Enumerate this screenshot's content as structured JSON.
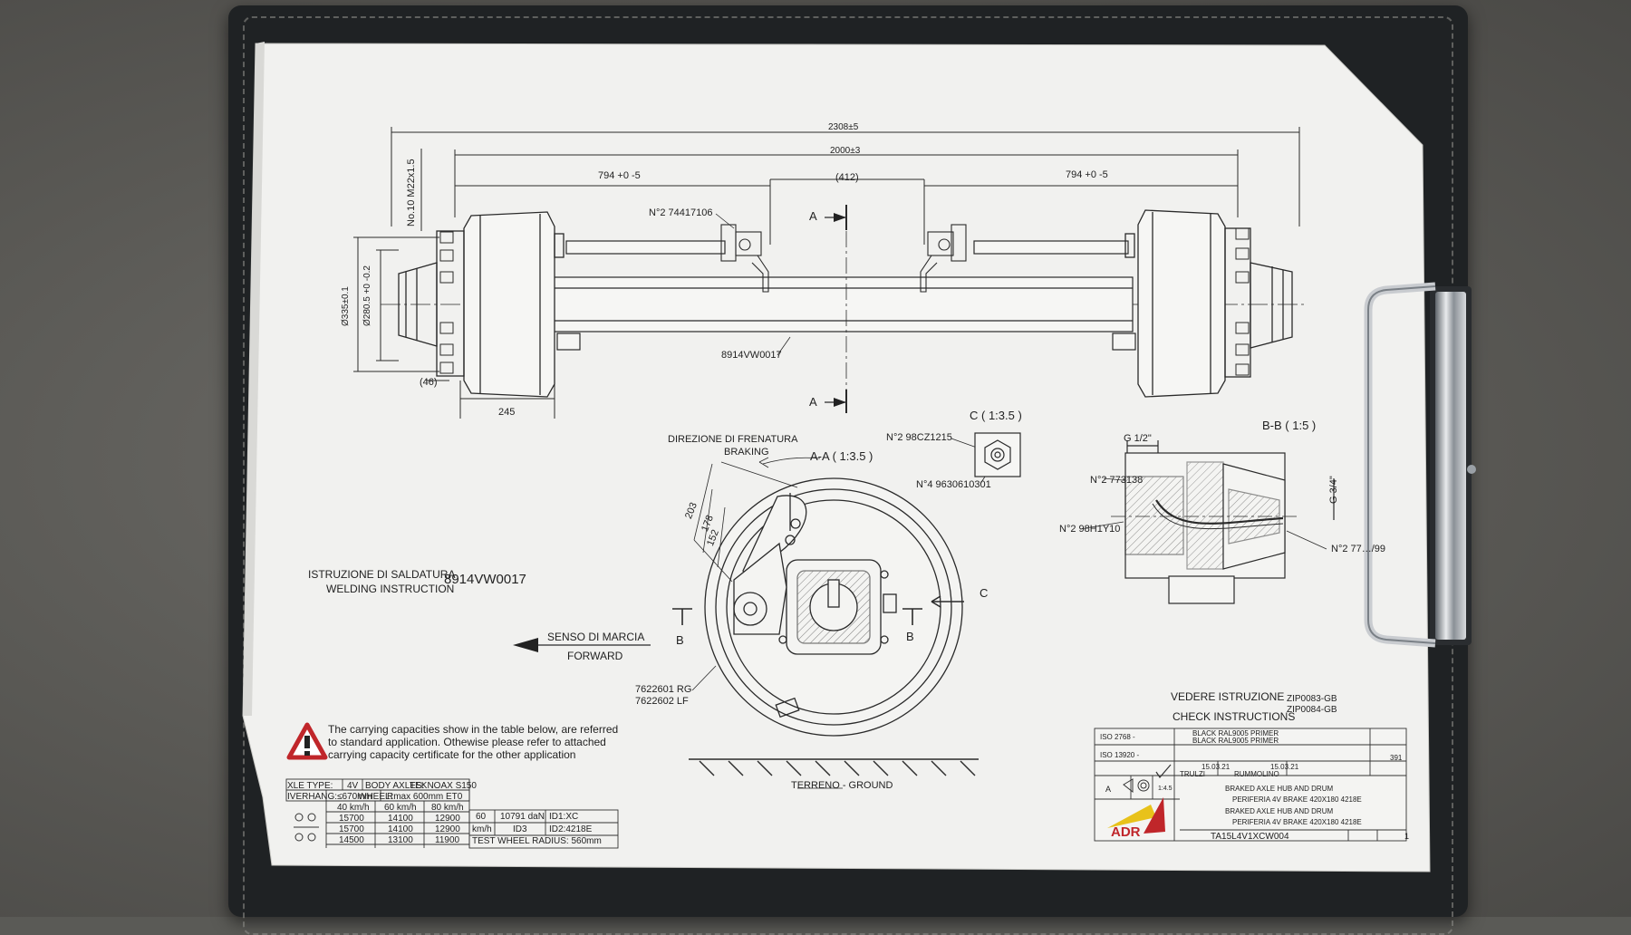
{
  "dimensions": {
    "overall": "2308±5",
    "track": "2000±3",
    "left_offset": "794 +0 -5",
    "right_offset": "794 +0 -5",
    "center": "(412)",
    "stud": "No.10 M22x1.5",
    "bolt_circle": "Ø335±0.1",
    "spigot": "Ø280.5 +0 -0.2",
    "hub_offset": "(46)",
    "drum_width": "245"
  },
  "callouts": {
    "bracket": "N°2 74417106",
    "axle_code": "8914VW0017",
    "section_a": "A",
    "detail_c_title": "C ( 1:3.5 )",
    "nut": "N°2 98CZ1215",
    "washer": "N°4 9630610301",
    "section_bb_title": "B-B ( 1:5 )",
    "thread_g12": "G 1/2\"",
    "thread_g34": "G 3/4\"",
    "part_773138": "N°2 773138",
    "part_98h1y10": "N°2 98H1Y10",
    "part_77": "N°2 77…/99",
    "section_aa_title": "A-A ( 1:3.5 )",
    "braking_dir_it": "DIREZIONE DI FRENATURA",
    "braking_dir_en": "BRAKING",
    "dim_203": "203",
    "dim_178": "178",
    "dim_152": "152",
    "lever_rg": "7622601 RG",
    "lever_lf": "7622602 LF",
    "section_b": "B",
    "section_c": "C",
    "ground": "TERRENO - GROUND",
    "travel_it": "SENSO DI MARCIA",
    "travel_en": "FORWARD",
    "welding_it": "ISTRUZIONE DI SALDATURA",
    "welding_en": "WELDING INSTRUCTION",
    "welding_code": "8914VW0017",
    "see_it": "VEDERE ISTRUZIONE",
    "see_en": "CHECK INSTRUCTIONS",
    "zip_a": "ZIP0083-GB",
    "zip_b": "ZIP0084-GB"
  },
  "warning": {
    "line1": "The carrying capacities show in the table below, are referred",
    "line2": "to standard application. Othewise please refer to attached",
    "line3": "carrying capacity certificate for the other application"
  },
  "capacity_table": {
    "row1": [
      "XLE TYPE:",
      "4V",
      "BODY AXLES:",
      "TEKNOAX S150"
    ],
    "row2": [
      "IVERHANG:≤670mm",
      "WHEEL:",
      "Rmax 600mm ET0"
    ],
    "speeds": [
      "40 km/h",
      "60 km/h",
      "80 km/h"
    ],
    "rows": [
      [
        "15700",
        "14100",
        "12900"
      ],
      [
        "15700",
        "14100",
        "12900"
      ],
      [
        "14500",
        "13100",
        "11900"
      ]
    ],
    "side": [
      "60",
      "km/h",
      "10791 daN",
      "ID3",
      "ID1:XC",
      "ID2:4218E"
    ],
    "radius": "TEST WHEEL RADIUS: 560mm"
  },
  "title_block": {
    "tol1": "ISO 2768 -",
    "tol2": "ISO 13920 -",
    "coat1": "BLACK RAL9005 PRIMER",
    "coat2": "BLACK RAL9005 PRIMER",
    "mass": "391",
    "date1": "15.03.21",
    "date2": "15.03.21",
    "drawn": "TRULZI",
    "checked": "RUMMOLINO",
    "sheet_size": "A",
    "scale": "1:4.5",
    "desc1": "BRAKED AXLE HUB AND DRUM",
    "desc2": "PERIFERIA 4V BRAKE 420X180 4218E",
    "desc3": "BRAKED AXLE HUB AND DRUM",
    "desc4": "PERIFERIA 4V BRAKE 420X180 4218E",
    "logo": "ADR",
    "drawing_no": "TA15L4V1XCW004",
    "revision": "1"
  },
  "colors": {
    "ink": "#2a2a2a",
    "paper": "#f1f1ef",
    "board": "#1f2224",
    "warning": "#c0262a",
    "logo_yellow": "#e8c21a"
  }
}
